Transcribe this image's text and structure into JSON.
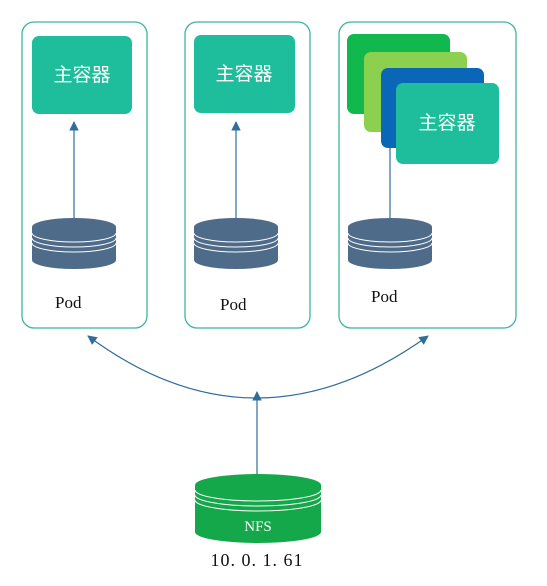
{
  "pods": [
    {
      "container_label": "主容器",
      "pod_label": "Pod"
    },
    {
      "container_label": "主容器",
      "pod_label": "Pod"
    },
    {
      "container_label": "主容器",
      "pod_label": "Pod"
    }
  ],
  "nfs": {
    "label": "NFS",
    "address": "10. 0. 1. 61"
  },
  "colors": {
    "pod_border": "#3fb59d",
    "container_fill": "#1ebe9c",
    "storage_fill": "#4f6b8a",
    "nfs_fill": "#14a84a",
    "arrow": "#2f6d9a",
    "stack_green_dark": "#10b84e",
    "stack_green_light": "#8bd14f",
    "stack_blue": "#0a67b8"
  }
}
